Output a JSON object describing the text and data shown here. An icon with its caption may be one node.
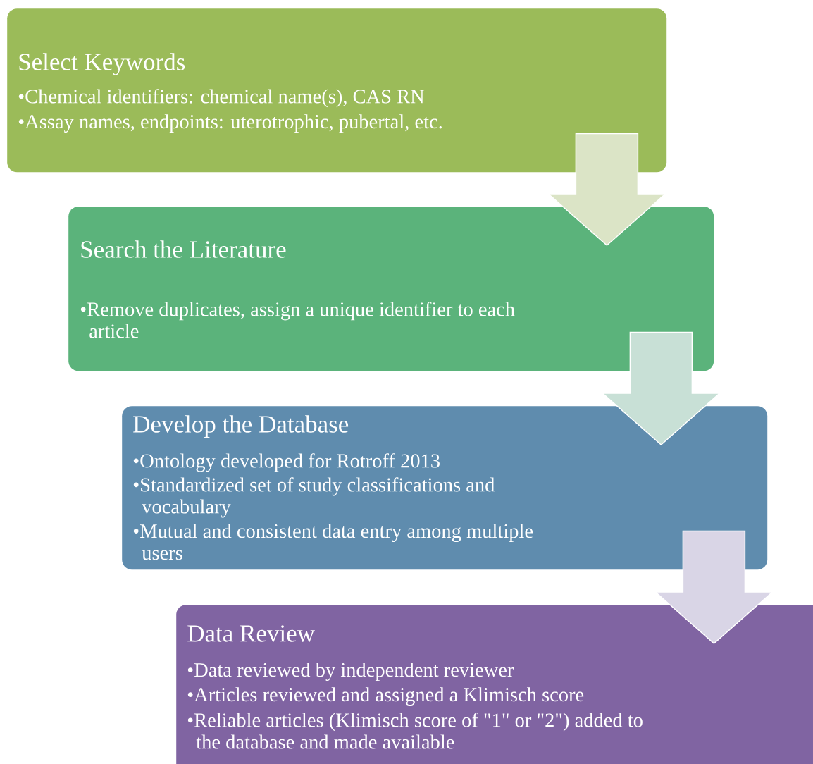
{
  "diagram": {
    "nodes": [
      {
        "text": [
          "Select Keywords",
          "•Chemical identifiers: chemical name(s), CAS RN",
          "•Assay names, endpoints: uterotrophic, pubertal, etc."
        ]
      },
      {
        "text": [
          "Search the Literature",
          "•Remove duplicates, assign a unique identifier to each article"
        ]
      },
      {
        "text": [
          "Develop the Database",
          "•Ontology developed for Rotroff 2013",
          "•Standardized set of study classifications and vocabulary",
          "•Mutual and consistent data entry among multiple users"
        ]
      },
      {
        "text": [
          "Data Review",
          "•Data reviewed by independent reviewer",
          "•Articles reviewed and assigned a Klimisch score",
          "•Reliable articles (Klimisch score of \"1\" or \"2\") added to the database and made available"
        ]
      }
    ],
    "edges": [
      {
        "from": 0,
        "to": 1,
        "arrow": "to",
        "color": "#dbe4c6"
      },
      {
        "from": 1,
        "to": 2,
        "arrow": "to",
        "color": "#c8e0d6"
      },
      {
        "from": 2,
        "to": 3,
        "arrow": "to",
        "color": "#d9d5e6"
      }
    ]
  }
}
